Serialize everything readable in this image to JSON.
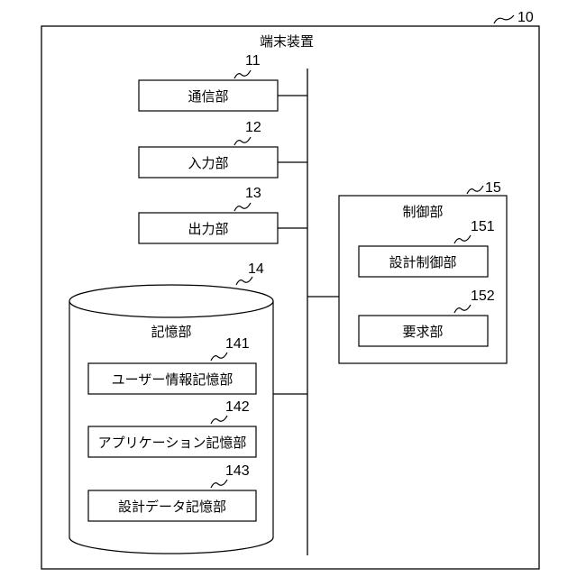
{
  "device": {
    "ref": "10",
    "title": "端末装置"
  },
  "communication": {
    "ref": "11",
    "label": "通信部"
  },
  "input": {
    "ref": "12",
    "label": "入力部"
  },
  "output": {
    "ref": "13",
    "label": "出力部"
  },
  "storage": {
    "ref": "14",
    "title": "記憶部",
    "user_info": {
      "ref": "141",
      "label": "ユーザー情報記憶部"
    },
    "application": {
      "ref": "142",
      "label": "アプリケーション記憶部"
    },
    "design_data": {
      "ref": "143",
      "label": "設計データ記憶部"
    }
  },
  "control": {
    "ref": "15",
    "title": "制御部",
    "design_control": {
      "ref": "151",
      "label": "設計制御部"
    },
    "request": {
      "ref": "152",
      "label": "要求部"
    }
  }
}
